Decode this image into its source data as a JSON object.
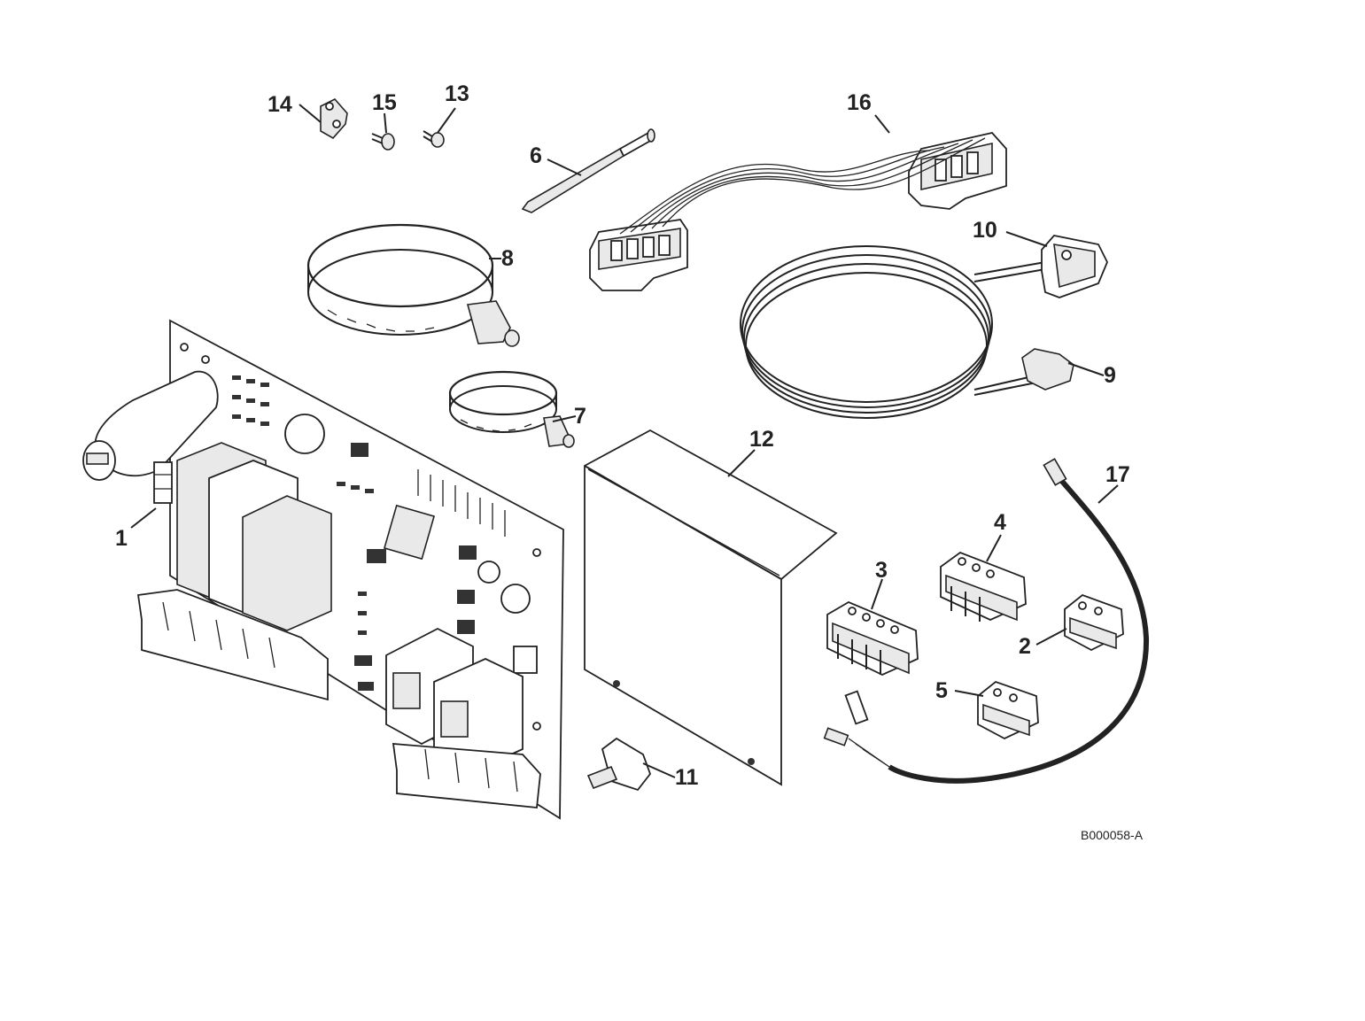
{
  "diagram": {
    "callouts": [
      {
        "id": "1",
        "label": "1"
      },
      {
        "id": "2",
        "label": "2"
      },
      {
        "id": "3",
        "label": "3"
      },
      {
        "id": "4",
        "label": "4"
      },
      {
        "id": "5",
        "label": "5"
      },
      {
        "id": "6",
        "label": "6"
      },
      {
        "id": "7",
        "label": "7"
      },
      {
        "id": "8",
        "label": "8"
      },
      {
        "id": "9",
        "label": "9"
      },
      {
        "id": "10",
        "label": "10"
      },
      {
        "id": "11",
        "label": "11"
      },
      {
        "id": "12",
        "label": "12"
      },
      {
        "id": "13",
        "label": "13"
      },
      {
        "id": "14",
        "label": "14"
      },
      {
        "id": "15",
        "label": "15"
      },
      {
        "id": "16",
        "label": "16"
      },
      {
        "id": "17",
        "label": "17"
      }
    ],
    "drawing_id": "B000058-A"
  }
}
